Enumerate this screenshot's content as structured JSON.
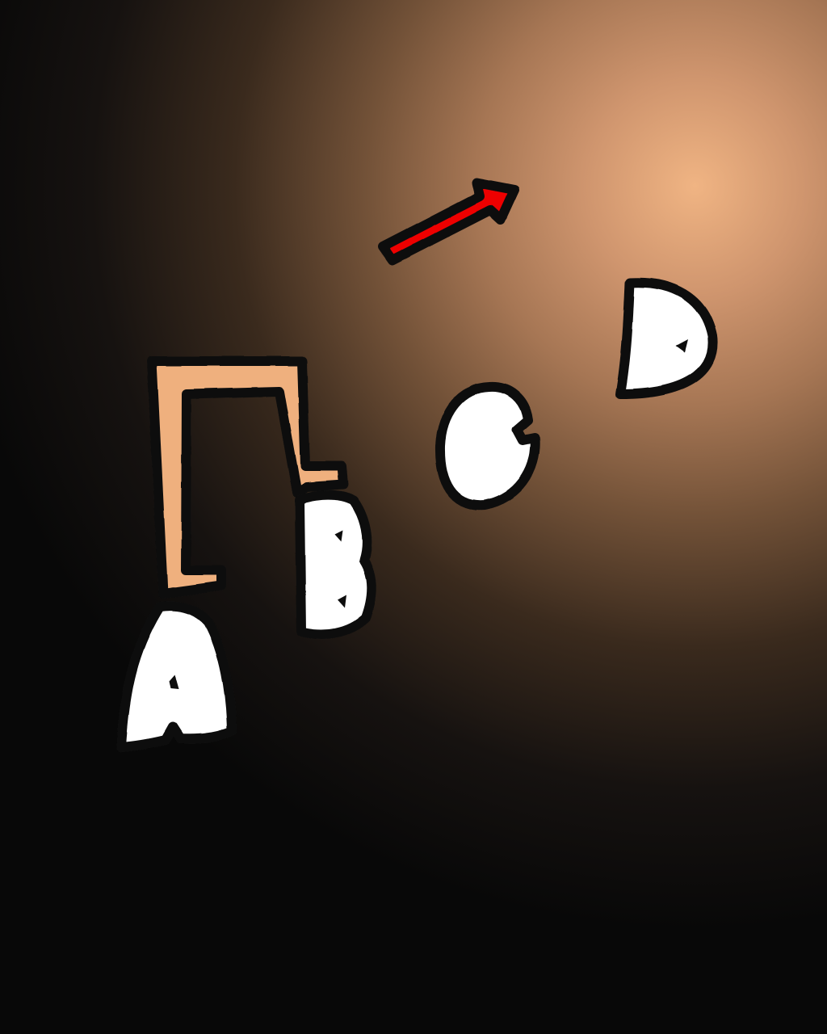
{
  "scene": {
    "letters": [
      "A",
      "B",
      "C",
      "D"
    ],
    "colors": {
      "background_glow": "#f0b483",
      "background_dark": "#080808",
      "letter_fill": "#ffffff",
      "outline": "#111111",
      "hand_fill": "#efb07e",
      "arrow_fill": "#ee0000"
    },
    "icons": {
      "arrow": "arrow-icon",
      "hand": "hand-shape-icon"
    }
  }
}
